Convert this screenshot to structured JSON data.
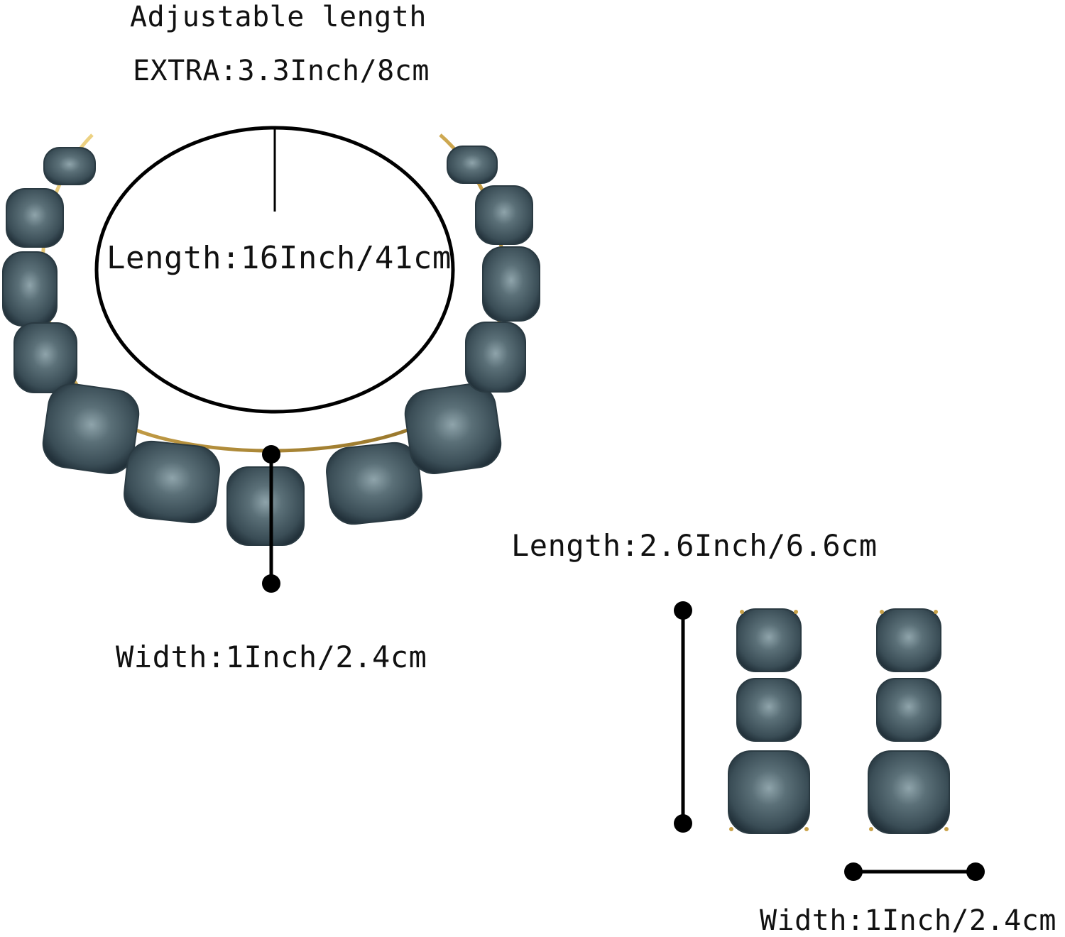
{
  "necklace": {
    "adjustable_label": "Adjustable length",
    "extra_label": "EXTRA:3.3Inch/8cm",
    "length_label": "Length:16Inch/41cm",
    "width_label": "Width:1Inch/2.4cm"
  },
  "earrings": {
    "length_label": "Length:2.6Inch/6.6cm",
    "width_label": "Width:1Inch/2.4cm"
  },
  "colors": {
    "stone": "#4d6169",
    "stone_highlight": "#b9c8cd",
    "stone_dark": "#22313a",
    "gold": "#c9a24a",
    "line": "#000000"
  }
}
